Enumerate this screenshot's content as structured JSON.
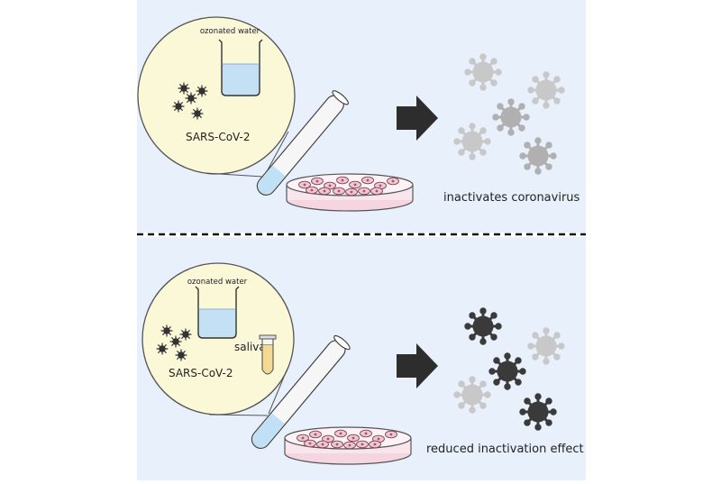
{
  "top_panel": {
    "beaker_label": "ozonated water",
    "virus_label": "SARS-CoV-2",
    "result_label": "inactivates coronavirus"
  },
  "bottom_panel": {
    "beaker_label": "ozonated water",
    "virus_label": "SARS-CoV-2",
    "additive_label": "saliva",
    "result_label": "reduced inactivation effect"
  },
  "colors": {
    "panel_background": "#e8f0fc",
    "zoom_circle": "#fbf8d8",
    "water": "#c4e0f4",
    "petri_medium": "#f5d6e0",
    "active_virus": "#3a3a3a",
    "inactive_virus": "#bdbdbd",
    "saliva": "#f2da92",
    "arrow": "#2d2d2d"
  }
}
